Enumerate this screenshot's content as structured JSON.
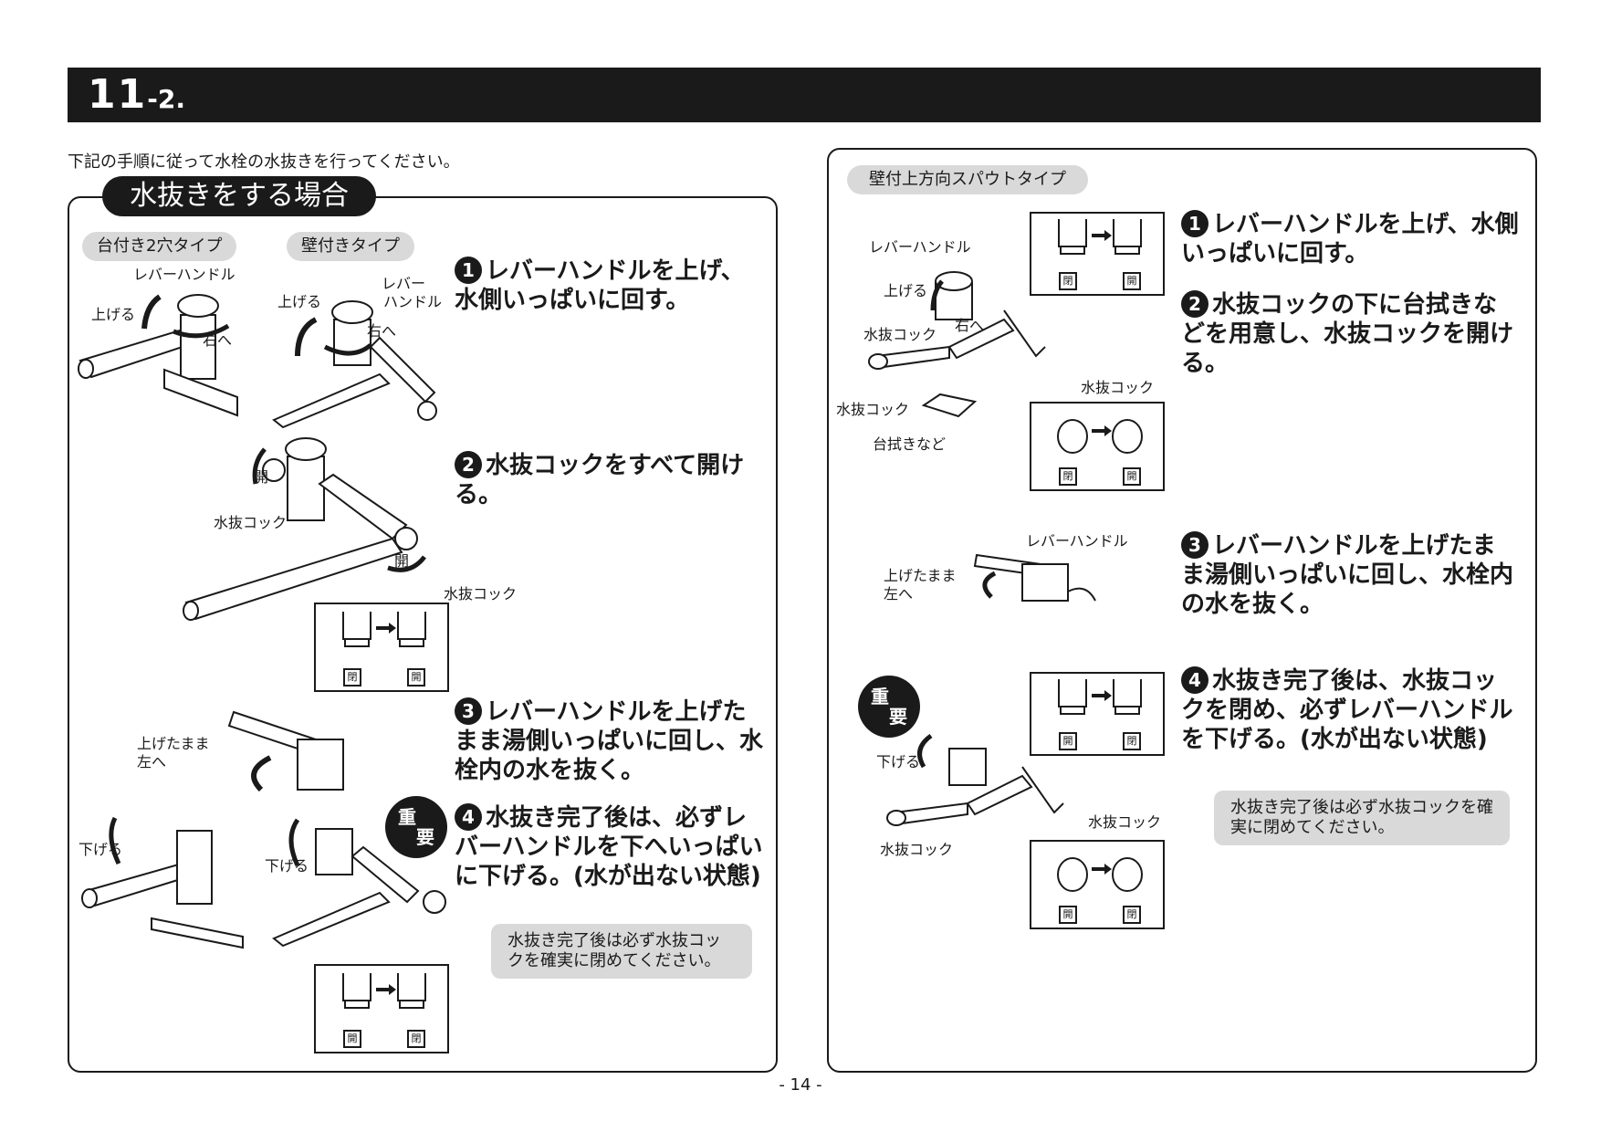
{
  "header": {
    "number": "11",
    "sub": "-2."
  },
  "intro": "下記の手順に従って水栓の水抜きを行ってください。",
  "left": {
    "title": "水抜きをする場合",
    "tags": [
      "台付き2穴タイプ",
      "壁付きタイプ"
    ],
    "steps": [
      {
        "num": "1",
        "text": "レバーハンドルを上げ、水側いっぱいに回す。"
      },
      {
        "num": "2",
        "text": "水抜コックをすべて開ける。"
      },
      {
        "num": "3",
        "text": "レバーハンドルを上げたまま湯側いっぱいに回し、水栓内の水を抜く。"
      },
      {
        "num": "4",
        "text": "水抜き完了後は、必ずレバーハンドルを下へいっぱいに下げる。(水が出ない状態)"
      }
    ],
    "note": "水抜き完了後は必ず水抜コックを確実に閉めてください。",
    "labels": {
      "lever_handle": "レバーハンドル",
      "raise": "上げる",
      "right": "右へ",
      "lever_a": "レバー",
      "handle_b": "ハンドル",
      "open": "開",
      "close": "閉",
      "drain_cock": "水抜コック",
      "raise_left": "上げたまま",
      "left_dir": "左へ",
      "lower": "下げる"
    },
    "badge": [
      "重",
      "要"
    ]
  },
  "right": {
    "tag": "壁付上方向スパウトタイプ",
    "steps": [
      {
        "num": "1",
        "text": "レバーハンドルを上げ、水側いっぱいに回す。"
      },
      {
        "num": "2",
        "text": "水抜コックの下に台拭きなどを用意し、水抜コックを開ける。"
      },
      {
        "num": "3",
        "text": "レバーハンドルを上げたまま湯側いっぱいに回し、水栓内の水を抜く。"
      },
      {
        "num": "4",
        "text": "水抜き完了後は、水抜コックを閉め、必ずレバーハンドルを下げる。(水が出ない状態)"
      }
    ],
    "note": "水抜き完了後は必ず水抜コックを確実に閉めてください。",
    "labels": {
      "lever_handle": "レバーハンドル",
      "raise": "上げる",
      "right": "右へ",
      "drain_cock": "水抜コック",
      "cloth": "台拭きなど",
      "raise_left": "上げたまま",
      "left_dir": "左へ",
      "lower": "下げる",
      "open": "開",
      "close": "閉"
    },
    "badge": [
      "重",
      "要"
    ]
  },
  "page_number": "- 14 -"
}
